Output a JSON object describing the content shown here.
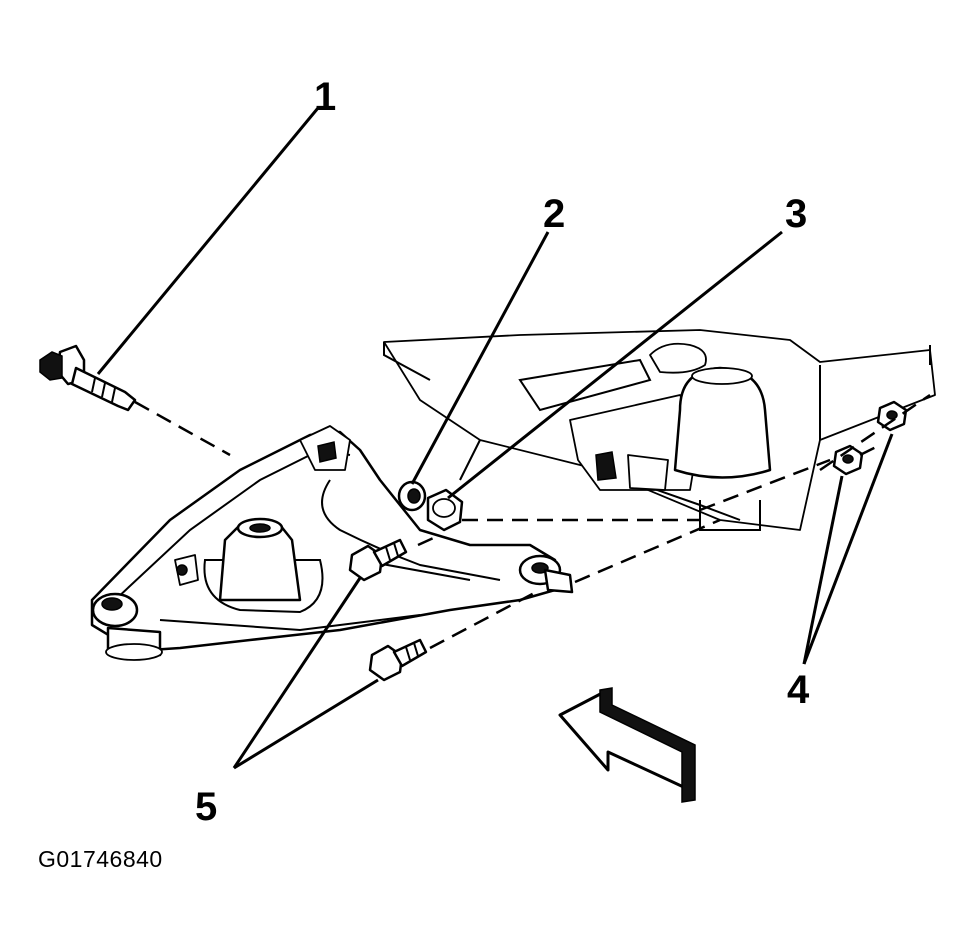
{
  "figure": {
    "figure_id": "G01746840",
    "callouts": [
      {
        "label": "1"
      },
      {
        "label": "2"
      },
      {
        "label": "3"
      },
      {
        "label": "4"
      },
      {
        "label": "5"
      }
    ]
  }
}
